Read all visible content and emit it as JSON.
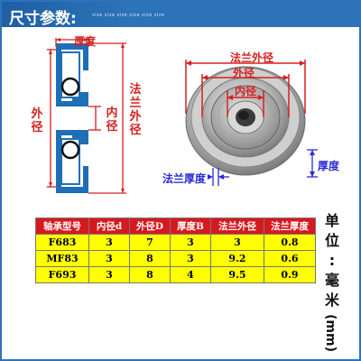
{
  "banner": {
    "title": "尺寸参数:",
    "subtitle": "size size size size size size"
  },
  "diagram": {
    "thickness_label": "厚度",
    "outer_diameter_label": "外径",
    "inner_diameter_label": "内径",
    "flange_outer_diameter_label": "法兰外径"
  },
  "photo": {
    "flange_outer_diameter_label": "法兰外径",
    "outer_diameter_label": "外径",
    "inner_diameter_label": "内径",
    "flange_thickness_label": "法兰厚度",
    "thickness_label": "厚度"
  },
  "table": {
    "headers": [
      "轴承型号",
      "内径d",
      "外径D",
      "厚度B",
      "法兰外径",
      "法兰厚度"
    ],
    "rows": [
      [
        "F683",
        "3",
        "7",
        "3",
        "3",
        "0.8"
      ],
      [
        "MF83",
        "3",
        "8",
        "3",
        "9.2",
        "0.6"
      ],
      [
        "F693",
        "3",
        "8",
        "4",
        "9.5",
        "0.9"
      ]
    ]
  },
  "unit": {
    "line1": "单位",
    "colon": ":",
    "line2": "毫米",
    "paren": "(mm)"
  },
  "colors": {
    "banner": "#2d73b9",
    "red": "#d62020",
    "blue_label": "#2a2ad6",
    "cell": "#ffff00",
    "header": "#d7191f"
  }
}
